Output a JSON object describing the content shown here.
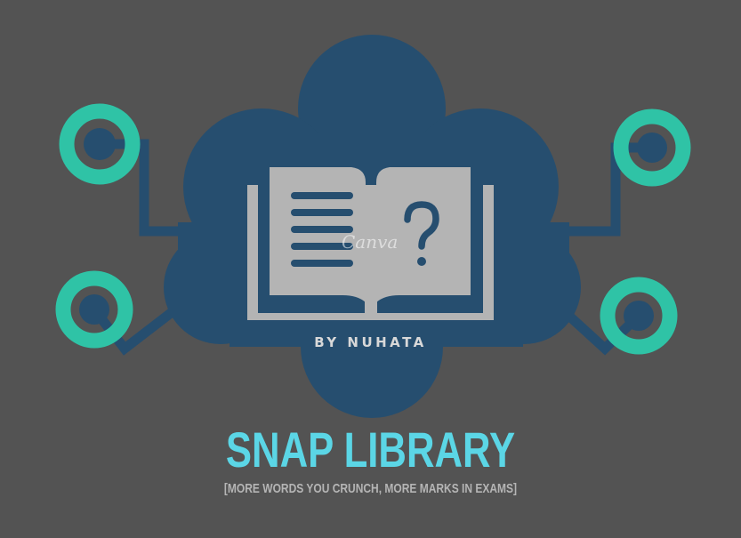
{
  "logo": {
    "byline": "BY NUHATA",
    "title": "SNAP LIBRARY",
    "tagline": "[MORE WORDS YOU CRUNCH, MORE MARKS IN EXAMS]",
    "watermark": "Canva",
    "book_symbol": "?"
  },
  "colors": {
    "background": "#535353",
    "cloud": "#264e6f",
    "node": "#2fc3a6",
    "book": "#b4b4b4",
    "title": "#5bd6e6"
  },
  "icons": [
    "cloud-icon",
    "open-book-icon",
    "question-mark-icon",
    "circuit-node-icon"
  ]
}
